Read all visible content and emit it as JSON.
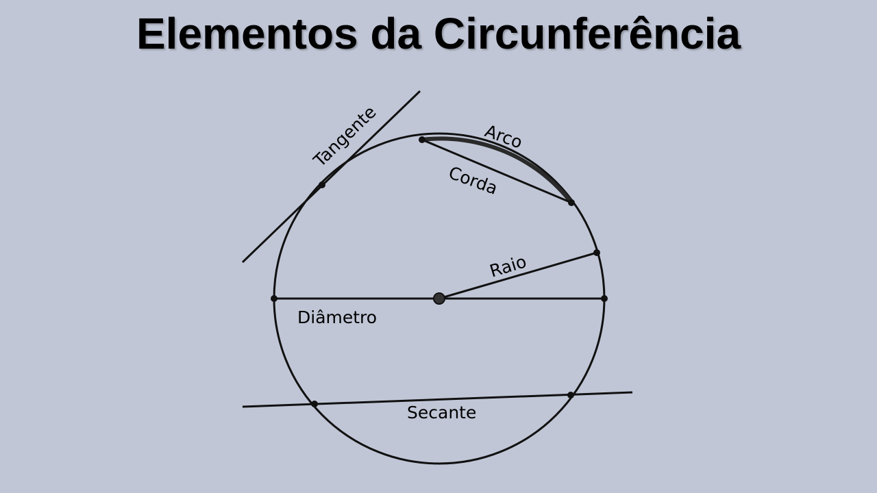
{
  "title": "Elementos da Circunferência",
  "labels": {
    "tangent": "Tangente",
    "arc": "Arco",
    "chord": "Corda",
    "radius": "Raio",
    "diameter": "Diâmetro",
    "secant": "Secante"
  }
}
